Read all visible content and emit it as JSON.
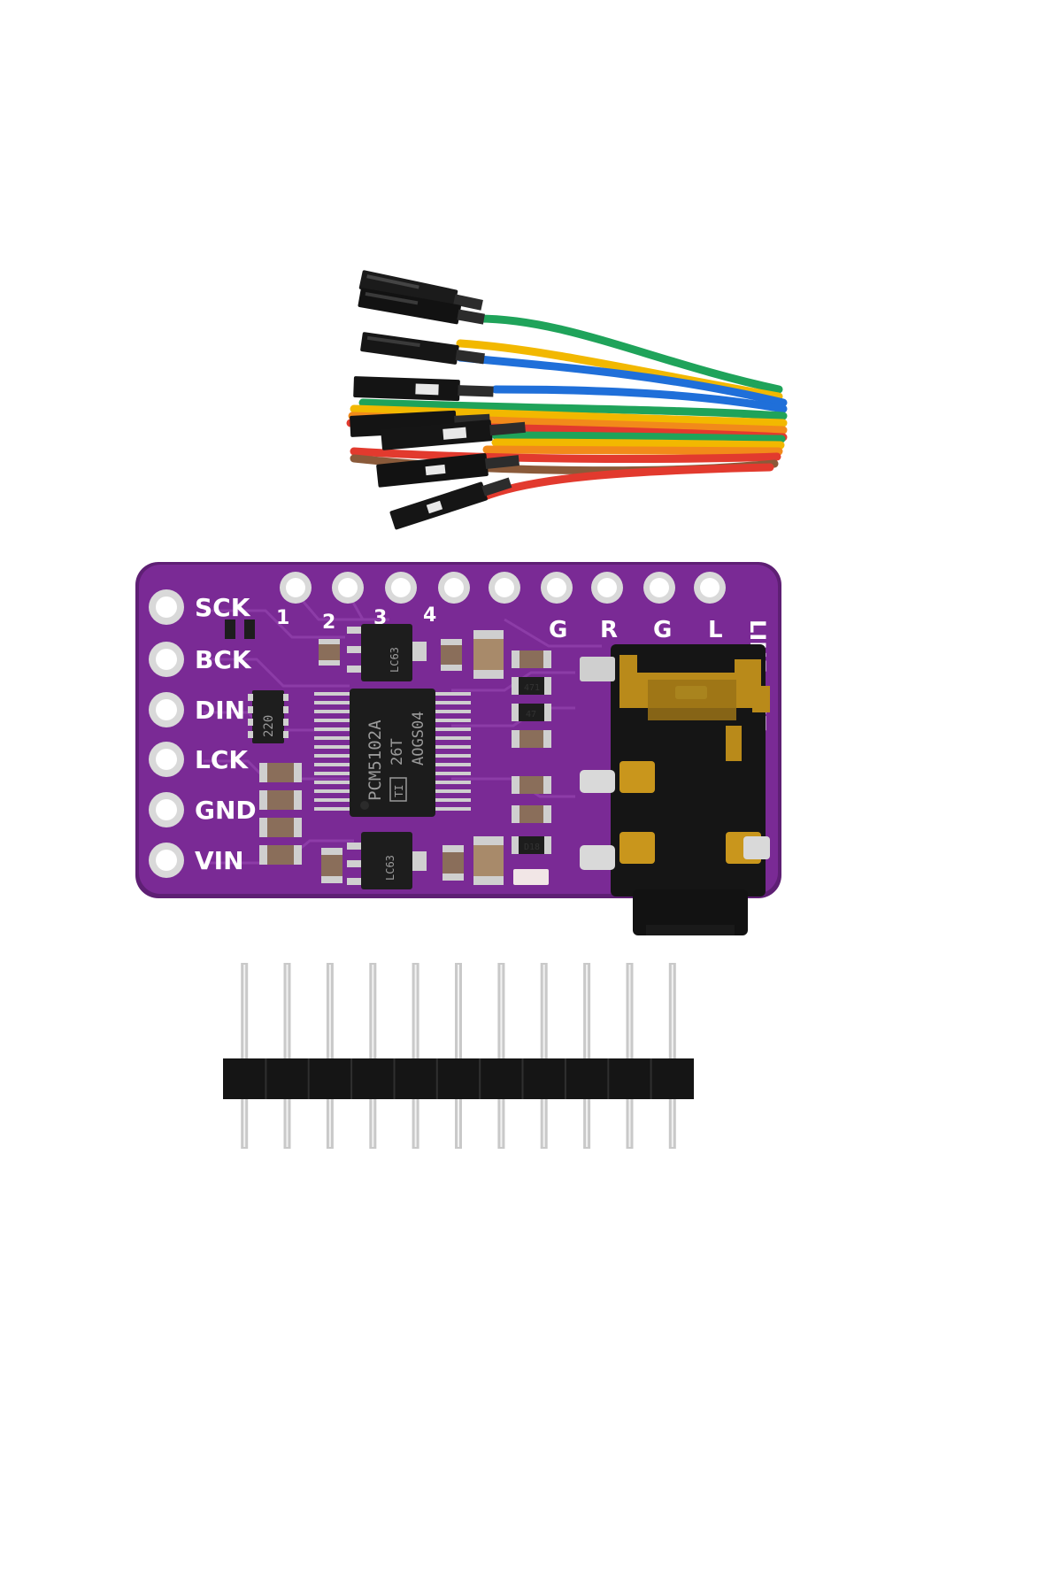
{
  "scene": {
    "background": "#ffffff",
    "board_color": "#7a2a95",
    "board_edge_color": "#5e1f74",
    "header_color": "#151515",
    "pin_color": "#c9c9c9",
    "wire_colors": [
      "#1fa35a",
      "#f2b800",
      "#1f6fd9",
      "#7a4a2e",
      "#e23a2e",
      "#f28a1a",
      "#1fa35a",
      "#1f6fd9",
      "#f2b800",
      "#e23a2e"
    ]
  },
  "board": {
    "left_pins": [
      "SCK",
      "BCK",
      "DIN",
      "LCK",
      "GND",
      "VIN"
    ],
    "top_numbers": [
      "1",
      "2",
      "3",
      "4"
    ],
    "top_output_pins": [
      "G",
      "R",
      "G",
      "L"
    ],
    "edge_label": "LINE OUT",
    "chip": {
      "line1": "PCM5102A",
      "line2": "26T",
      "line3": "AOGS04",
      "logo": "TI"
    },
    "regulator_mark": "LC63",
    "regulator_mark_2": "LC63",
    "resistor_network": "220",
    "passive_marks": [
      "471",
      "47",
      "D18"
    ]
  },
  "header": {
    "pin_count": 11
  }
}
